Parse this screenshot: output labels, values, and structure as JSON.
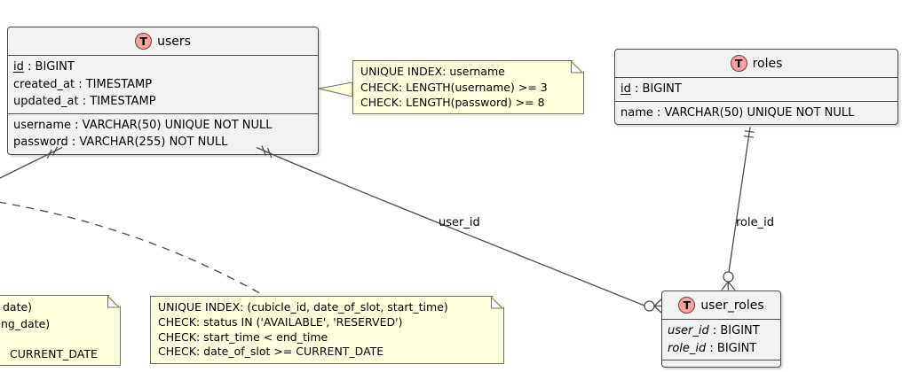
{
  "colors": {
    "table_fill": "#F2F2F2",
    "table_border": "#4A4A4A",
    "note_fill": "#FEFFDD",
    "note_border": "#73735A",
    "line": "#4A4A4A",
    "icon_fill": "#F9A0A0",
    "icon_border": "#704040"
  },
  "tables": {
    "users": {
      "icon_letter": "T",
      "title": "users",
      "rows1": [
        {
          "name": "id",
          "rest": " : BIGINT"
        },
        {
          "name": "created_at",
          "rest": " : TIMESTAMP"
        },
        {
          "name": "updated_at",
          "rest": " : TIMESTAMP"
        }
      ],
      "rows2": [
        {
          "name": "username",
          "rest": " : VARCHAR(50) UNIQUE NOT NULL"
        },
        {
          "name": "password",
          "rest": " : VARCHAR(255) NOT NULL"
        }
      ]
    },
    "roles": {
      "icon_letter": "T",
      "title": "roles",
      "rows1": [
        {
          "name": "id",
          "rest": " : BIGINT"
        }
      ],
      "rows2": [
        {
          "name": "name",
          "rest": " : VARCHAR(50) UNIQUE NOT NULL"
        }
      ]
    },
    "user_roles": {
      "icon_letter": "T",
      "title": "user_roles",
      "rows": [
        {
          "name": "user_id",
          "rest": " : BIGINT"
        },
        {
          "name": "role_id",
          "rest": " : BIGINT"
        }
      ]
    }
  },
  "notes": {
    "users_note": {
      "lines": [
        "UNIQUE INDEX: username",
        "CHECK: LENGTH(username) >= 3",
        "CHECK: LENGTH(password) >= 8"
      ]
    },
    "cubicle_note": {
      "lines": [
        "UNIQUE INDEX: (cubicle_id, date_of_slot, start_time)",
        "CHECK: status IN ('AVAILABLE', 'RESERVED')",
        "CHECK: start_time < end_time",
        "CHECK: date_of_slot >= CURRENT_DATE"
      ]
    },
    "clipped_note": {
      "lines": [
        "date)",
        "ng_date)",
        "",
        "CURRENT_DATE"
      ]
    }
  },
  "edge_labels": {
    "user_id": "user_id",
    "role_id": "role_id"
  }
}
